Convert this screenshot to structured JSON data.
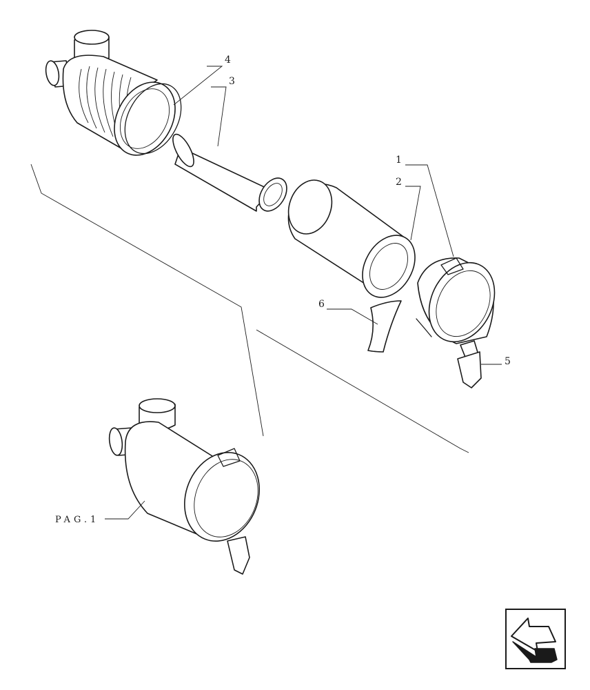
{
  "callouts": {
    "c1": "1",
    "c2": "2",
    "c3": "3",
    "c4": "4",
    "c5": "5",
    "c6": "6"
  },
  "reference": {
    "label": "PAG.1"
  },
  "nav": {
    "icon": "next-page-arrow-icon"
  }
}
